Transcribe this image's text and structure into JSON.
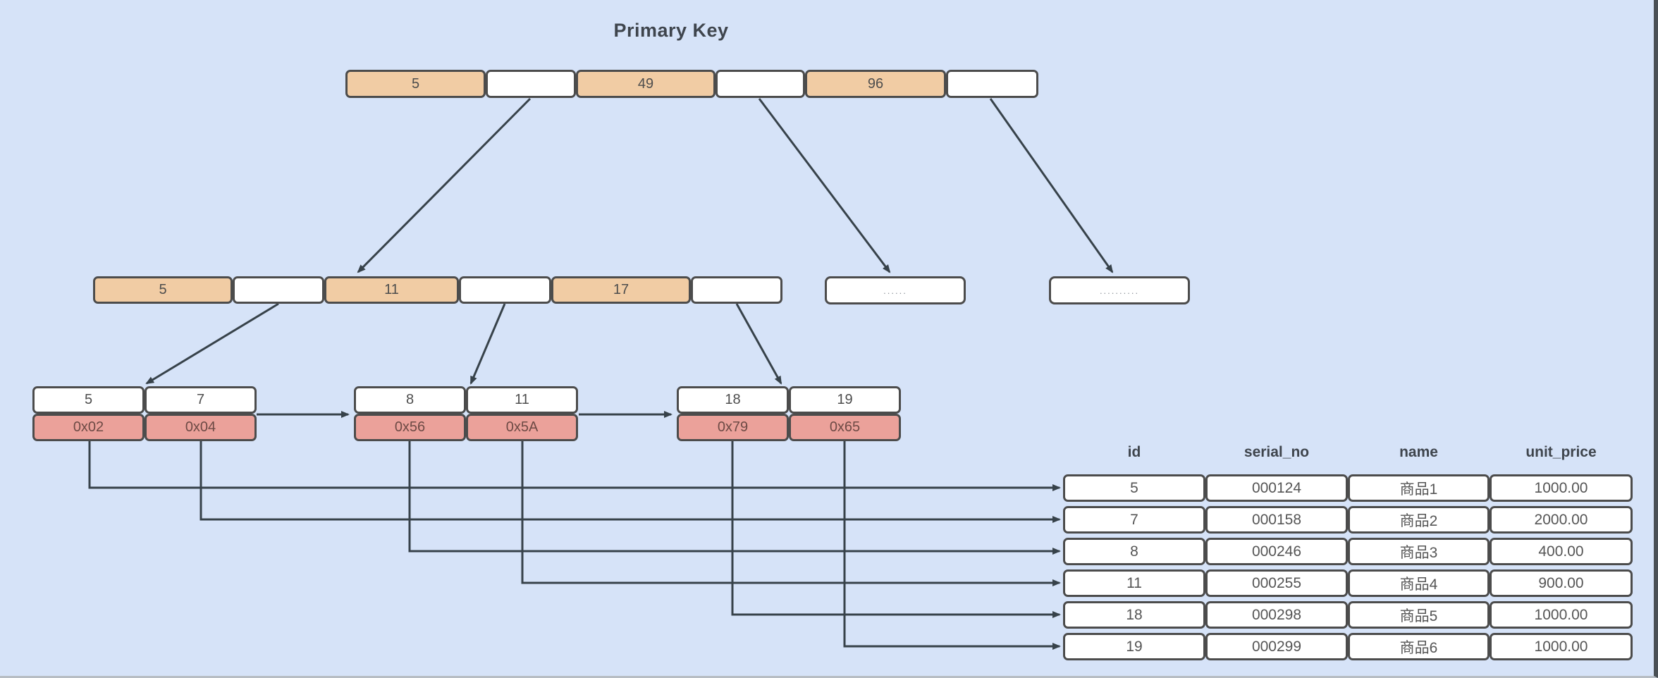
{
  "title": "Primary Key",
  "colors": {
    "background": "#d6e3f8",
    "key_cell_fill": "#f1cca4",
    "pointer_cell_fill": "#ffffff",
    "leaf_pointer_fill": "#eba19a",
    "cell_border": "#4c4c4c",
    "arrow": "#37424a",
    "title_text": "#3f454d"
  },
  "tree": {
    "root": {
      "cells": [
        {
          "label": "5",
          "type": "key"
        },
        {
          "label": "",
          "type": "pointer"
        },
        {
          "label": "49",
          "type": "key"
        },
        {
          "label": "",
          "type": "pointer"
        },
        {
          "label": "96",
          "type": "key"
        },
        {
          "label": "",
          "type": "pointer"
        }
      ]
    },
    "internal": {
      "cells": [
        {
          "label": "5",
          "type": "key"
        },
        {
          "label": "",
          "type": "pointer"
        },
        {
          "label": "11",
          "type": "key"
        },
        {
          "label": "",
          "type": "pointer"
        },
        {
          "label": "17",
          "type": "key"
        },
        {
          "label": "",
          "type": "pointer"
        }
      ]
    },
    "overflow": [
      {
        "label": "......"
      },
      {
        "label": ".........."
      }
    ],
    "leaves": [
      {
        "keys": [
          "5",
          "7"
        ],
        "pointers": [
          "0x02",
          "0x04"
        ]
      },
      {
        "keys": [
          "8",
          "11"
        ],
        "pointers": [
          "0x56",
          "0x5A"
        ]
      },
      {
        "keys": [
          "18",
          "19"
        ],
        "pointers": [
          "0x79",
          "0x65"
        ]
      }
    ]
  },
  "table": {
    "headers": [
      "id",
      "serial_no",
      "name",
      "unit_price"
    ],
    "rows": [
      [
        "5",
        "000124",
        "商品1",
        "1000.00"
      ],
      [
        "7",
        "000158",
        "商品2",
        "2000.00"
      ],
      [
        "8",
        "000246",
        "商品3",
        "400.00"
      ],
      [
        "11",
        "000255",
        "商品4",
        "900.00"
      ],
      [
        "18",
        "000298",
        "商品5",
        "1000.00"
      ],
      [
        "19",
        "000299",
        "商品6",
        "1000.00"
      ]
    ]
  }
}
